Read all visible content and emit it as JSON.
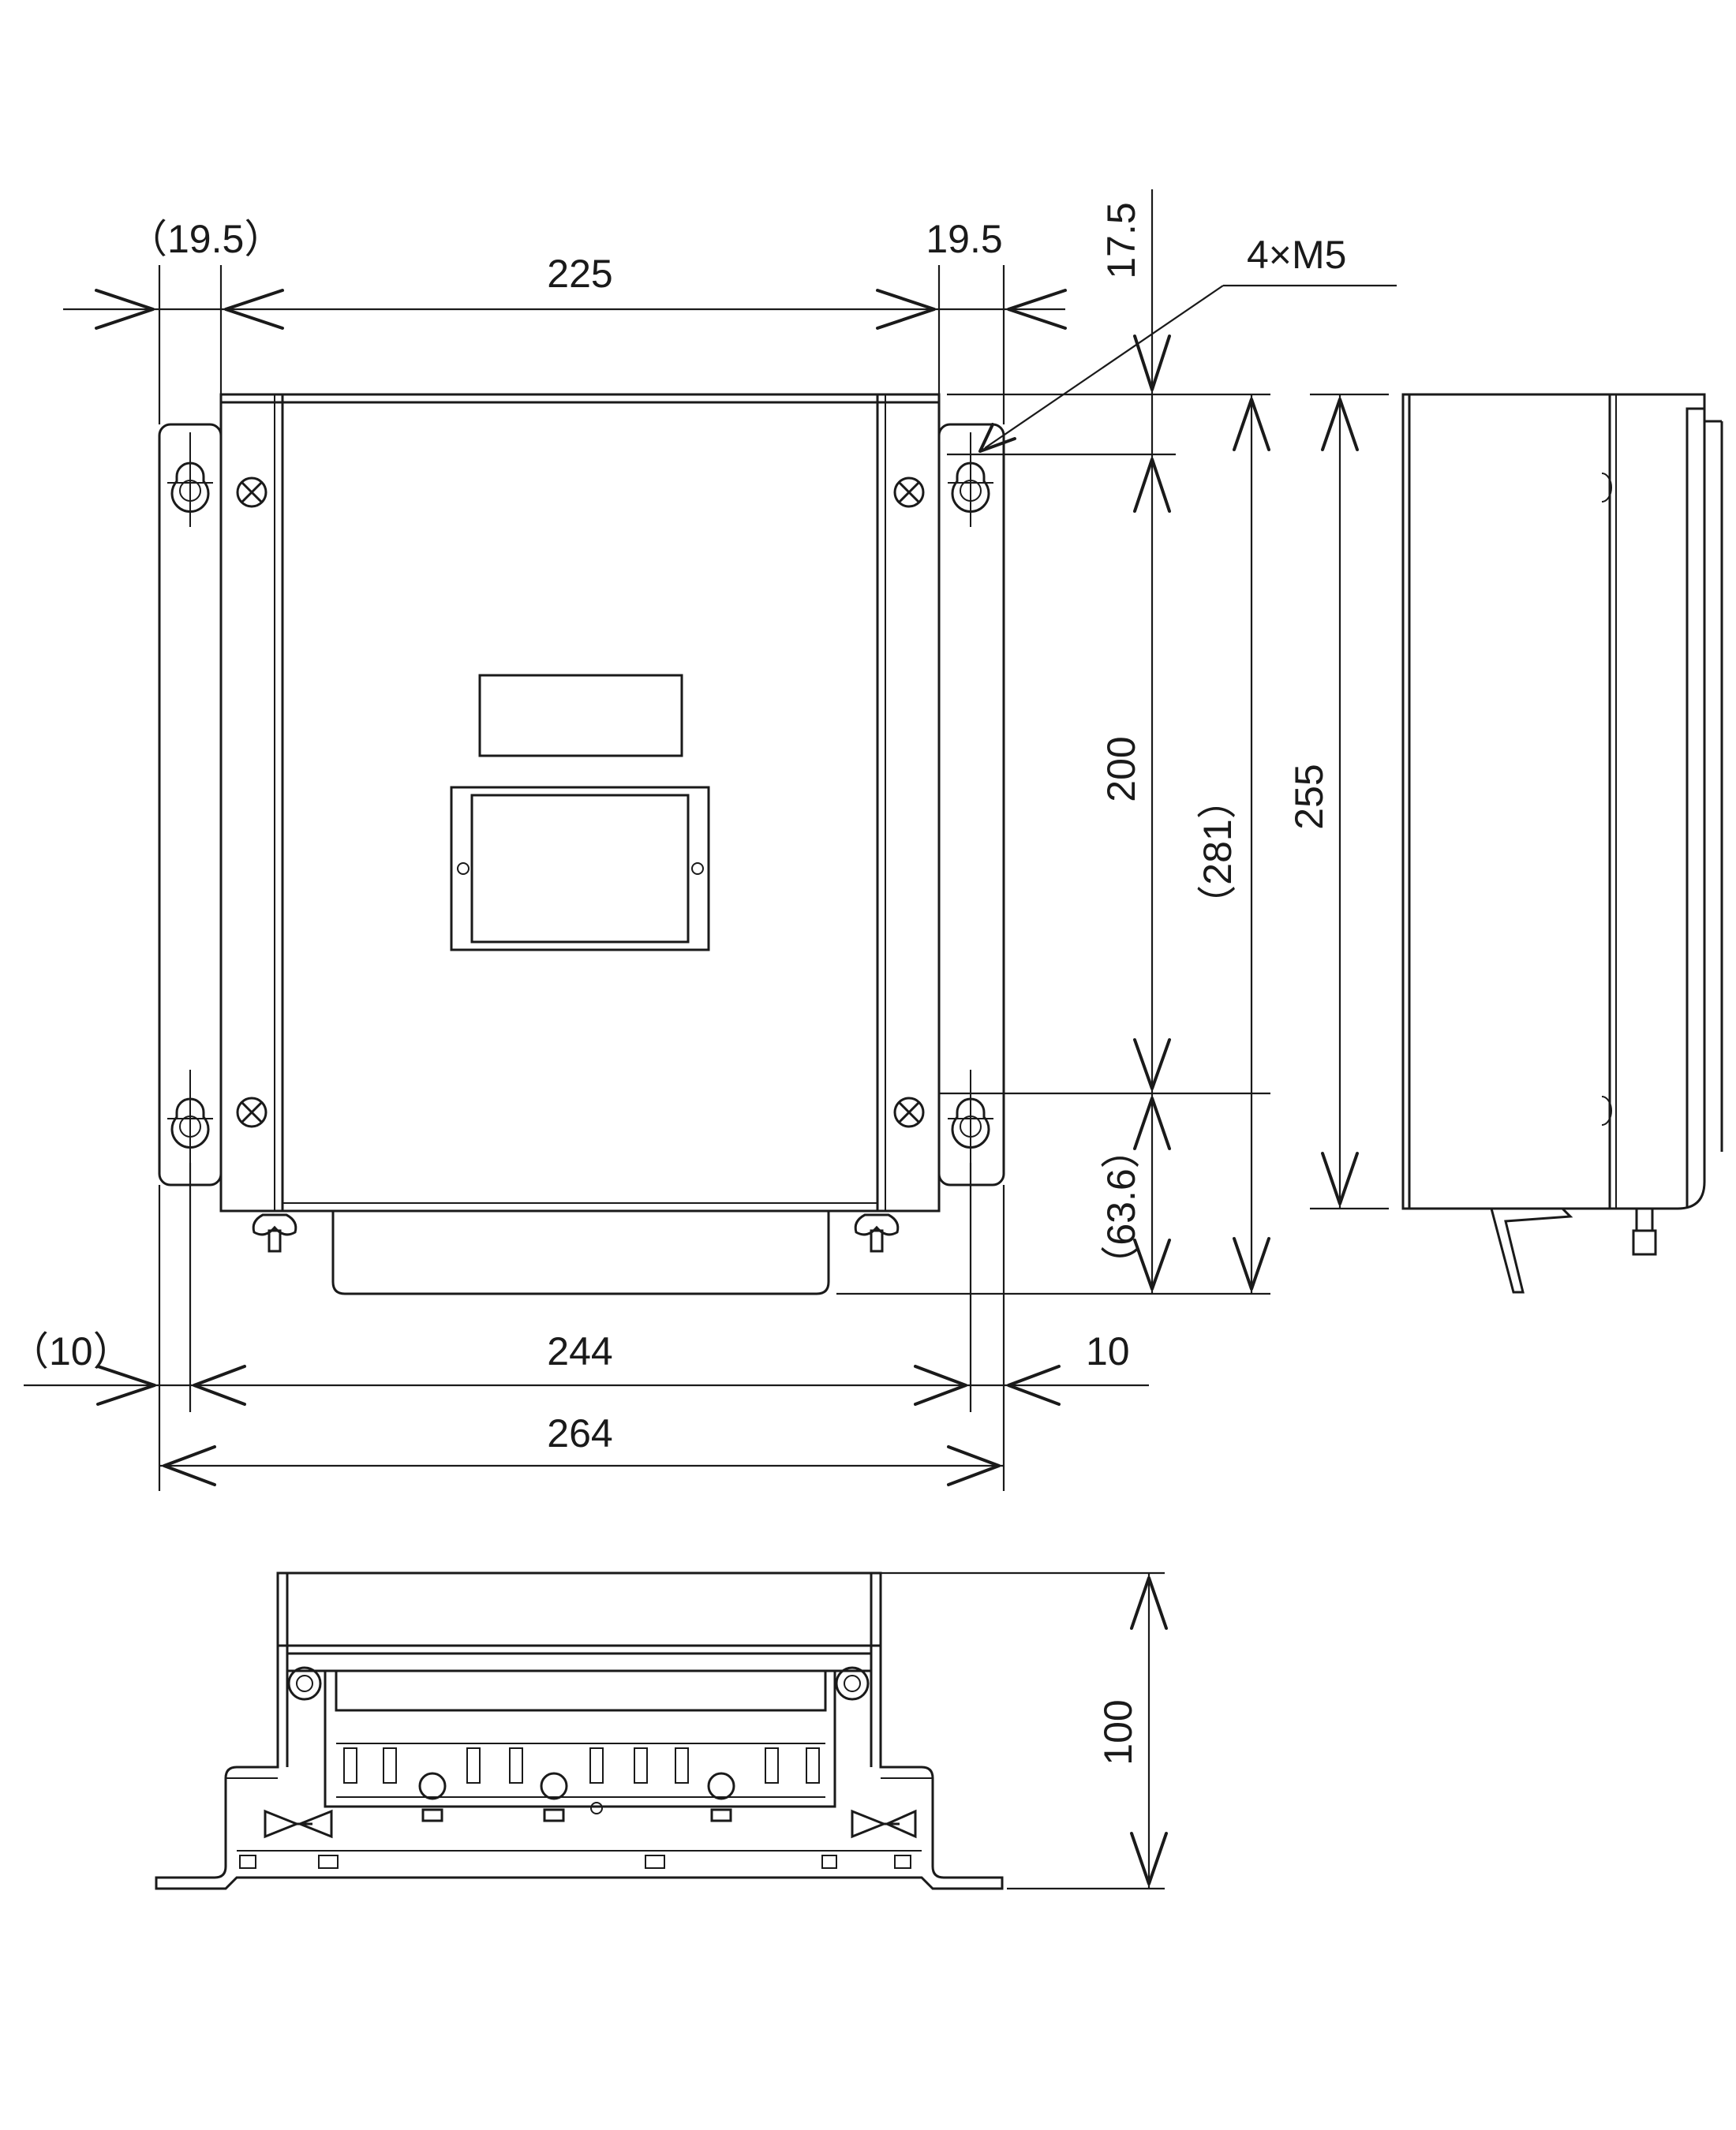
{
  "dimensions": {
    "top_left_offset": "（19.5）",
    "top_width": "225",
    "top_right_offset": "19.5",
    "top_vertical": "17.5",
    "hole_note": "4×M5",
    "hole_pitch_vertical": "200",
    "overall_height": "（281）",
    "body_height": "255",
    "bottom_extension": "（63.6）",
    "bottom_left_offset": "（10）",
    "hole_pitch_horizontal": "244",
    "bottom_right_offset": "10",
    "overall_width": "264",
    "depth": "100"
  }
}
